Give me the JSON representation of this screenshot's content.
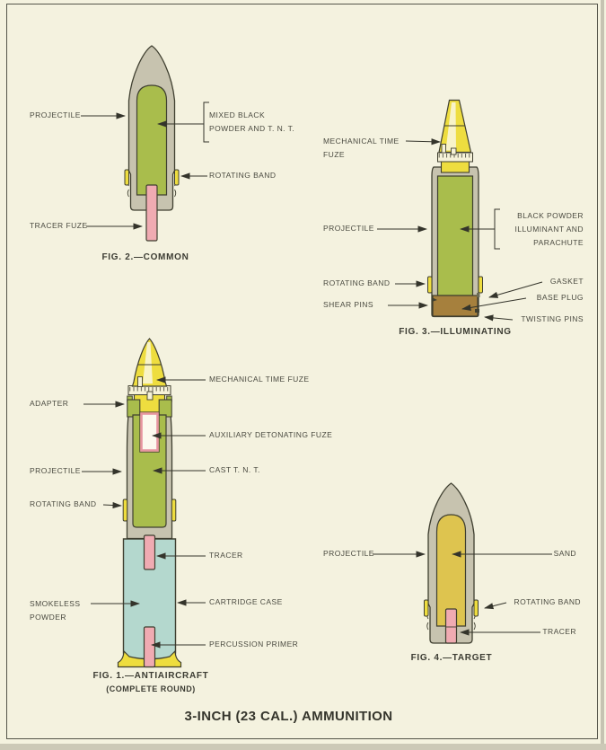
{
  "title": "3-INCH (23 CAL.) AMMUNITION",
  "colors": {
    "paper": "#f4f2df",
    "shell_body_gray": "#c7c3af",
    "explosive_green": "#a9bd4c",
    "fuze_yellow": "#eedd3f",
    "tracer_pink": "#f0abb2",
    "powder_blue": "#b4d8ce",
    "base_plug_brown": "#a6803d",
    "sand_yellow": "#dec44f",
    "outline": "#3f3f30",
    "label_text": "#4a4a40"
  },
  "fig2": {
    "caption": "FIG. 2.—COMMON",
    "labels": {
      "projectile": "PROJECTILE",
      "filler_line1": "MIXED BLACK",
      "filler_line2": "POWDER AND T. N. T.",
      "rotating_band": "ROTATING BAND",
      "tracer_fuze": "TRACER FUZE"
    }
  },
  "fig3": {
    "caption": "FIG. 3.—ILLUMINATING",
    "labels": {
      "mechanical_time_fuze_line1": "MECHANICAL TIME",
      "mechanical_time_fuze_line2": "FUZE",
      "projectile": "PROJECTILE",
      "filler_line1": "BLACK POWDER",
      "filler_line2": "ILLUMINANT AND",
      "filler_line3": "PARACHUTE",
      "rotating_band": "ROTATING BAND",
      "shear_pins": "SHEAR PINS",
      "gasket": "GASKET",
      "base_plug": "BASE PLUG",
      "twisting_pins": "TWISTING PINS"
    }
  },
  "fig1": {
    "caption_line1": "FIG. 1.—ANTIAIRCRAFT",
    "caption_line2": "(COMPLETE ROUND)",
    "labels": {
      "mechanical_time_fuze": "MECHANICAL TIME FUZE",
      "adapter": "ADAPTER",
      "auxiliary_detonating_fuze": "AUXILIARY DETONATING FUZE",
      "projectile": "PROJECTILE",
      "cast_tnt": "CAST T. N. T.",
      "rotating_band": "ROTATING BAND",
      "tracer": "TRACER",
      "smokeless_line1": "SMOKELESS",
      "smokeless_line2": "POWDER",
      "cartridge_case": "CARTRIDGE CASE",
      "percussion_primer": "PERCUSSION PRIMER"
    }
  },
  "fig4": {
    "caption": "FIG. 4.—TARGET",
    "labels": {
      "projectile": "PROJECTILE",
      "sand": "SAND",
      "rotating_band": "ROTATING BAND",
      "tracer": "TRACER"
    }
  }
}
